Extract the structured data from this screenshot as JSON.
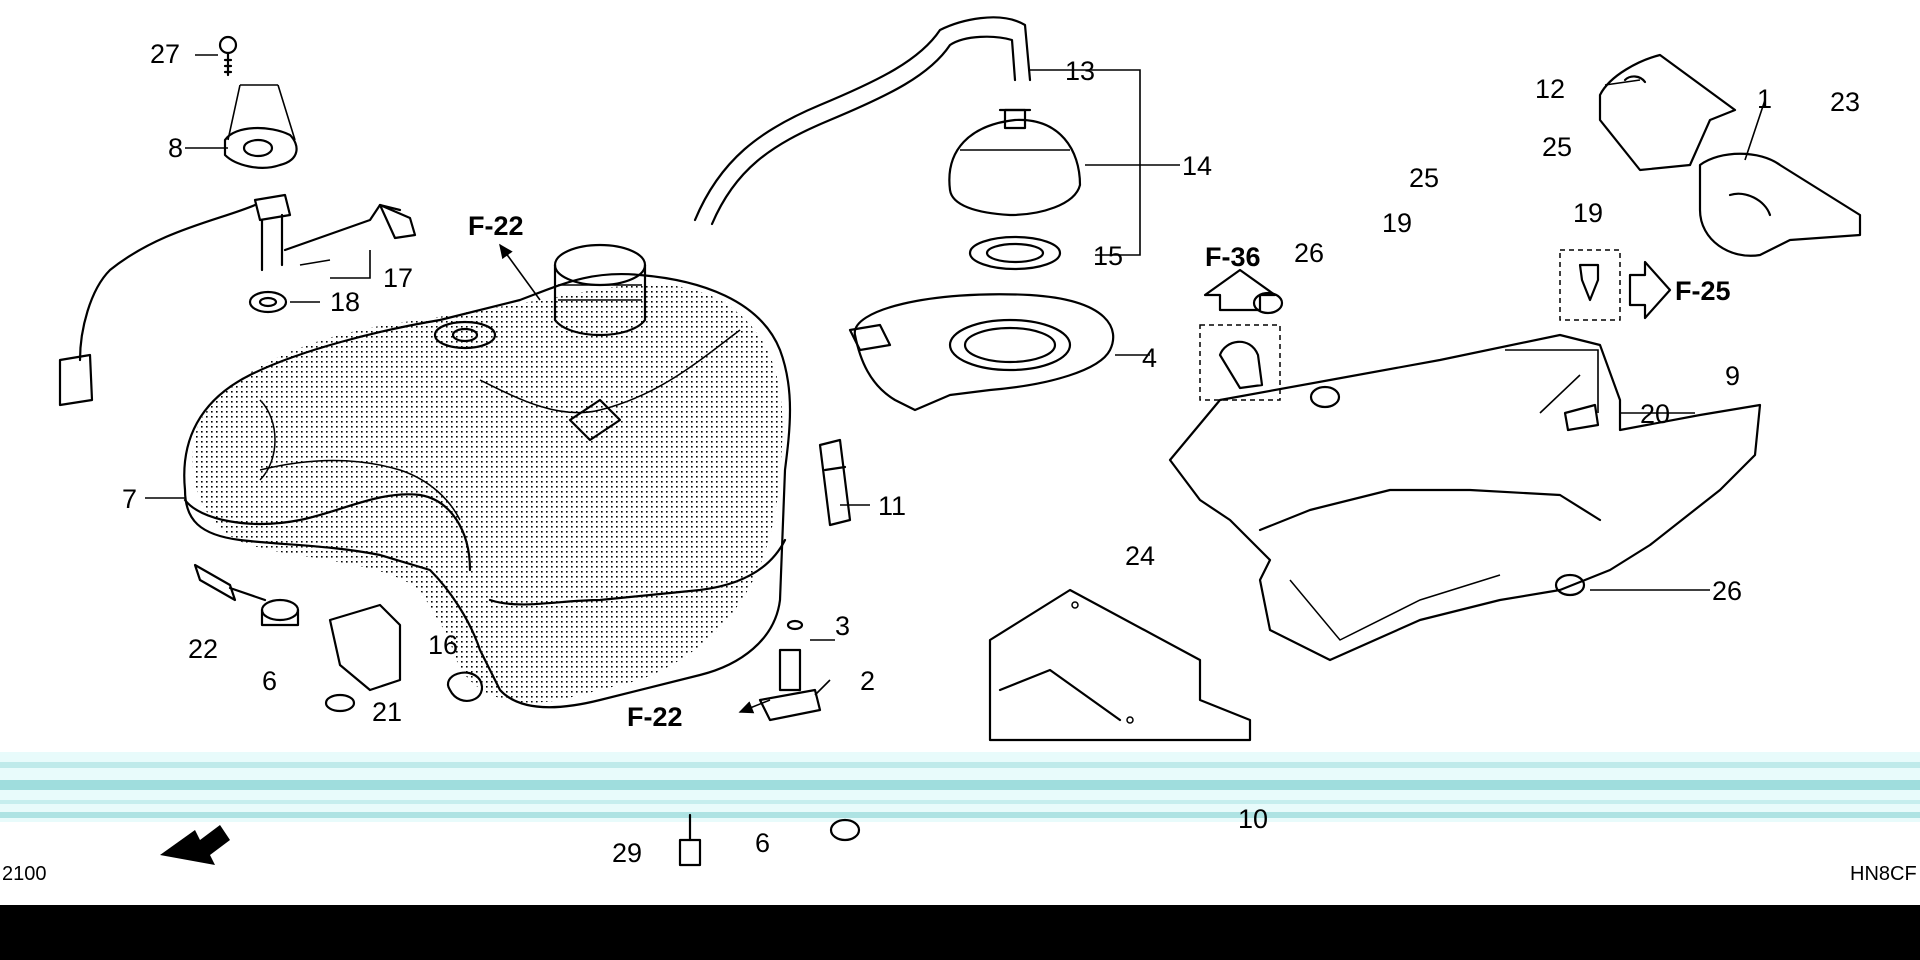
{
  "diagram": {
    "part_numbers": {
      "p1": "1",
      "p2": "2",
      "p3": "3",
      "p4": "4",
      "p6a": "6",
      "p6b": "6",
      "p7": "7",
      "p8": "8",
      "p9": "9",
      "p10": "10",
      "p11": "11",
      "p12": "12",
      "p13": "13",
      "p14": "14",
      "p15": "15",
      "p16": "16",
      "p17": "17",
      "p18": "18",
      "p19a": "19",
      "p19b": "19",
      "p20": "20",
      "p21": "21",
      "p22": "22",
      "p23": "23",
      "p24": "24",
      "p25a": "25",
      "p25b": "25",
      "p26a": "26",
      "p26b": "26",
      "p27": "27",
      "p29": "29"
    },
    "section_refs": {
      "f22_top": "F-22",
      "f22_bottom": "F-22",
      "f36": "F-36",
      "f25": "F-25"
    },
    "corner_labels": {
      "bottom_left": "2100",
      "bottom_right": "HN8CF"
    }
  }
}
